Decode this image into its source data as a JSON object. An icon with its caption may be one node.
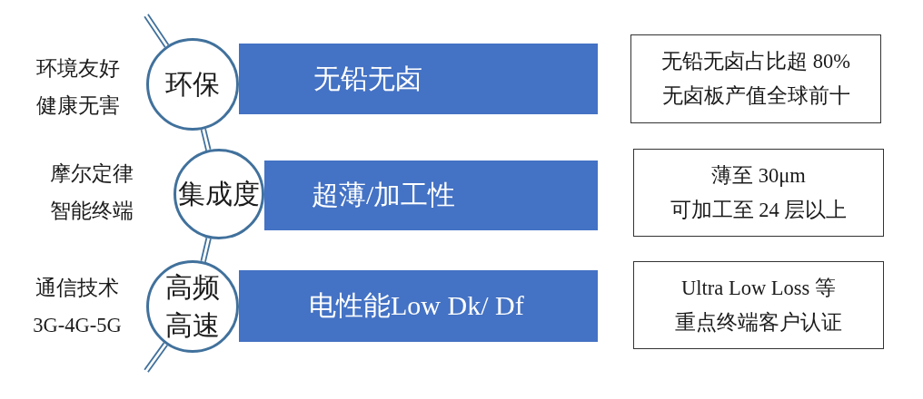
{
  "diagram": {
    "nodes": [
      {
        "text": [
          "环保"
        ],
        "beside": [
          "环境友好",
          "健康无害"
        ]
      },
      {
        "text": [
          "无铅无卤"
        ]
      },
      {
        "text": [
          "无铅无卤占比超 80%",
          "无卤板产值全球前十"
        ]
      },
      {
        "text": [
          "集成度"
        ],
        "beside": [
          "摩尔定律",
          "智能终端"
        ]
      },
      {
        "text": [
          "超薄/加工性"
        ]
      },
      {
        "text": [
          "薄至 30μm",
          "可加工至 24 层以上"
        ]
      },
      {
        "text": [
          "高频高速"
        ],
        "beside": [
          "通信技术",
          "3G-4G-5G"
        ]
      },
      {
        "text": [
          "电性能Low Dk/ Df"
        ]
      },
      {
        "text": [
          "Ultra Low Loss 等",
          "重点终端客户认证"
        ]
      }
    ],
    "edges": [
      {
        "from": null,
        "to": 0,
        "arrow": "none"
      },
      {
        "from": 0,
        "to": 3,
        "arrow": "none"
      },
      {
        "from": 3,
        "to": 6,
        "arrow": "none"
      },
      {
        "from": 6,
        "to": null,
        "arrow": "none"
      }
    ]
  }
}
